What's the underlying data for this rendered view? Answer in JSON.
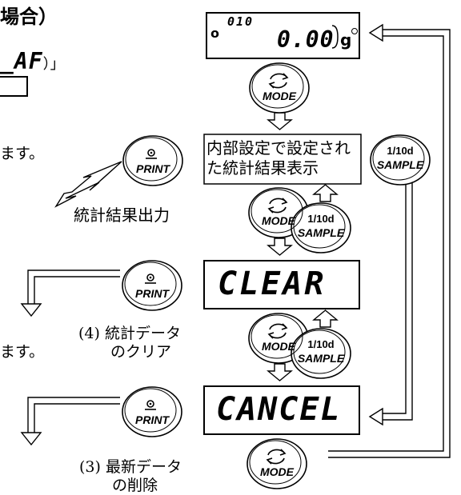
{
  "heading_fragment": "場合）",
  "setting_fragment_suffix": "）」",
  "setting_fragment_code": "_AF",
  "desc_fragment": "ます。",
  "desc_fragment2": "ます。",
  "display_top": {
    "prefix": "o",
    "item_no": "010",
    "value": "0.00",
    "unit": "g"
  },
  "box_internal": {
    "line1": "内部設定で設定され",
    "line2": "た統計結果表示"
  },
  "display_clear": "CLEAR",
  "display_cancel": "CANCEL",
  "buttons": {
    "mode_label": "MODE",
    "print_label": "PRINT",
    "sample_top": "1/10d",
    "sample_bottom": "SAMPLE"
  },
  "labels": {
    "stat_output": "統計結果出力",
    "clear_num": "(4)",
    "clear_line1": "統計データ",
    "clear_line2": "のクリア",
    "delete_num": "(3)",
    "delete_line1": "最新データ",
    "delete_line2": "の削除"
  }
}
